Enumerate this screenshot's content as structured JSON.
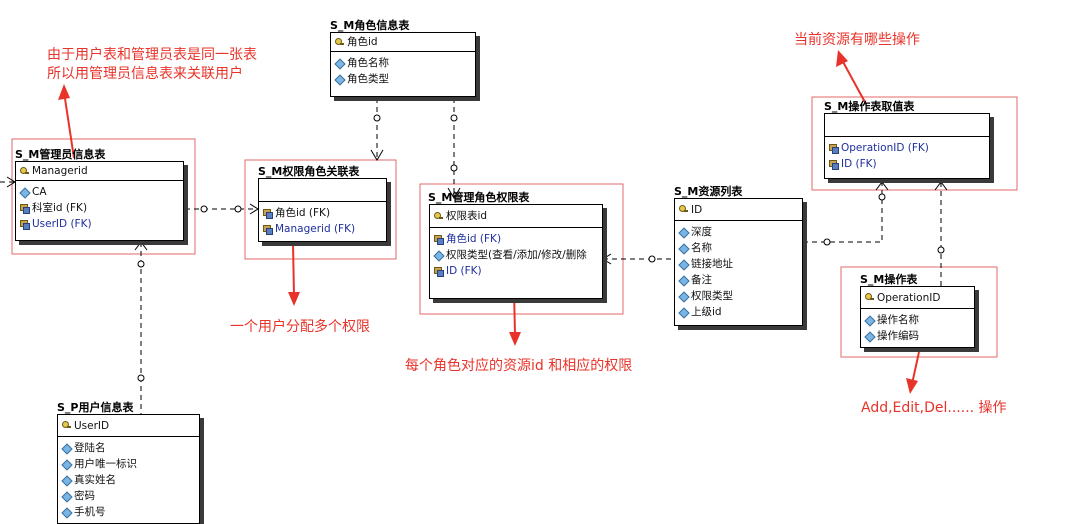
{
  "entities": {
    "admin": {
      "title": "S_M管理员信息表",
      "pk": {
        "label": "Managerid",
        "icon": "key-icon"
      },
      "attrs": [
        {
          "label": "CA",
          "icon": "attribute-diamond-icon",
          "fk": false
        },
        {
          "label": "科室id (FK)",
          "icon": "foreign-key-icon",
          "fk": true
        },
        {
          "label": "UserID (FK)",
          "icon": "foreign-key-icon",
          "fk": true
        }
      ]
    },
    "role": {
      "title": "S_M角色信息表",
      "pk": {
        "label": "角色id",
        "icon": "key-icon"
      },
      "attrs": [
        {
          "label": "角色名称",
          "icon": "attribute-diamond-icon",
          "fk": false
        },
        {
          "label": "角色类型",
          "icon": "attribute-diamond-icon",
          "fk": false
        }
      ]
    },
    "perm_role": {
      "title": "S_M权限角色关联表",
      "pk": {
        "label": "",
        "icon": ""
      },
      "attrs": [
        {
          "label": "角色id (FK)",
          "icon": "foreign-key-icon",
          "fk": true
        },
        {
          "label": "Managerid (FK)",
          "icon": "foreign-key-icon",
          "fk": true
        }
      ]
    },
    "admin_role_perm": {
      "title": "S_M管理角色权限表",
      "pk": {
        "label": "权限表id",
        "icon": "key-icon"
      },
      "attrs": [
        {
          "label": "角色id (FK)",
          "icon": "foreign-key-icon",
          "fk": true
        },
        {
          "label": "权限类型(查看/添加/修改/删除",
          "icon": "attribute-diamond-icon",
          "fk": false
        },
        {
          "label": "ID (FK)",
          "icon": "foreign-key-icon",
          "fk": true
        }
      ]
    },
    "resource": {
      "title": "S_M资源列表",
      "pk": {
        "label": "ID",
        "icon": "key-icon"
      },
      "attrs": [
        {
          "label": "深度",
          "icon": "attribute-diamond-icon",
          "fk": false
        },
        {
          "label": "名称",
          "icon": "attribute-diamond-icon",
          "fk": false
        },
        {
          "label": "链接地址",
          "icon": "attribute-diamond-icon",
          "fk": false
        },
        {
          "label": "备注",
          "icon": "attribute-diamond-icon",
          "fk": false
        },
        {
          "label": "权限类型",
          "icon": "attribute-diamond-icon",
          "fk": false
        },
        {
          "label": "上级id",
          "icon": "attribute-diamond-icon",
          "fk": false
        }
      ]
    },
    "op_value": {
      "title": "S_M操作表取值表",
      "pk": {
        "label": "",
        "icon": ""
      },
      "attrs": [
        {
          "label": "OperationID (FK)",
          "icon": "foreign-key-icon",
          "fk": true
        },
        {
          "label": "ID (FK)",
          "icon": "foreign-key-icon",
          "fk": true
        }
      ]
    },
    "operation": {
      "title": "S_M操作表",
      "pk": {
        "label": "OperationID",
        "icon": "key-icon"
      },
      "attrs": [
        {
          "label": "操作名称",
          "icon": "attribute-diamond-icon",
          "fk": false
        },
        {
          "label": "操作编码",
          "icon": "attribute-diamond-icon",
          "fk": false
        }
      ]
    },
    "user": {
      "title": "S_P用户信息表",
      "pk": {
        "label": "UserID",
        "icon": "key-icon"
      },
      "attrs": [
        {
          "label": "登陆名",
          "icon": "attribute-diamond-icon",
          "fk": false
        },
        {
          "label": "用户唯一标识",
          "icon": "attribute-diamond-icon",
          "fk": false
        },
        {
          "label": "真实姓名",
          "icon": "attribute-diamond-icon",
          "fk": false
        },
        {
          "label": "密码",
          "icon": "attribute-diamond-icon",
          "fk": false
        },
        {
          "label": "手机号",
          "icon": "attribute-diamond-icon",
          "fk": false
        }
      ]
    }
  },
  "annotations": {
    "same_table_line1": "由于用户表和管理员表是同一张表",
    "same_table_line2": "所以用管理员信息表来关联用户",
    "user_roles": "一个用户分配多个权限",
    "role_resource": "每个角色对应的资源id 和相应的权限",
    "resource_ops": "当前资源有哪些操作",
    "ops_example": "Add,Edit,Del...... 操作"
  },
  "colors": {
    "annotation": "#e8332a",
    "highlight_box": "#e06a6a",
    "fk_text": "#1e2f9c"
  }
}
